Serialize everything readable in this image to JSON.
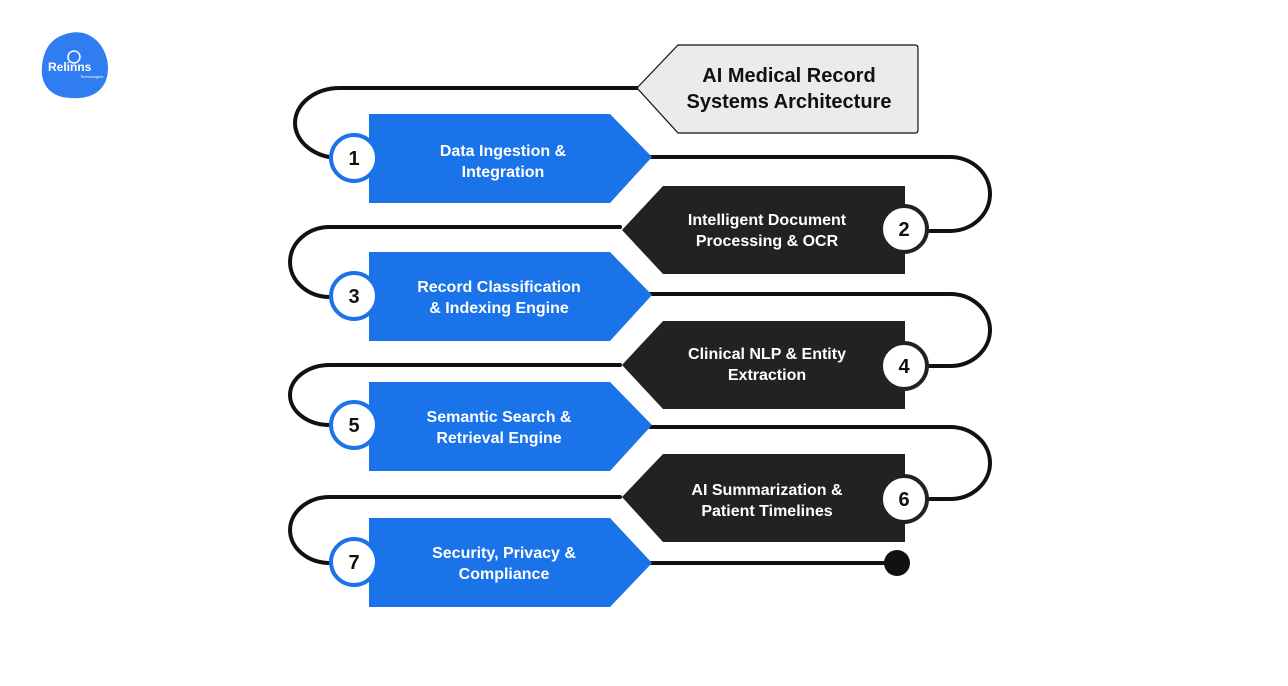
{
  "logo": {
    "text": "Relinns",
    "subtitle": "Technologies"
  },
  "title": {
    "line1": "AI Medical Record",
    "line2": "Systems Architecture"
  },
  "colors": {
    "blue": "#1a73e8",
    "dark": "#222222",
    "connector": "#111111",
    "title_bg": "#ebebeb"
  },
  "steps": [
    {
      "number": "1",
      "line1": "Data Ingestion &",
      "line2": "Integration",
      "color": "blue"
    },
    {
      "number": "2",
      "line1": "Intelligent Document",
      "line2": "Processing & OCR",
      "color": "dark"
    },
    {
      "number": "3",
      "line1": "Record Classification",
      "line2": "& Indexing Engine",
      "color": "blue"
    },
    {
      "number": "4",
      "line1": "Clinical NLP & Entity",
      "line2": "Extraction",
      "color": "dark"
    },
    {
      "number": "5",
      "line1": "Semantic Search &",
      "line2": "Retrieval Engine",
      "color": "blue"
    },
    {
      "number": "6",
      "line1": "AI Summarization &",
      "line2": "Patient Timelines",
      "color": "dark"
    },
    {
      "number": "7",
      "line1": "Security, Privacy &",
      "line2": "Compliance",
      "color": "blue"
    }
  ]
}
